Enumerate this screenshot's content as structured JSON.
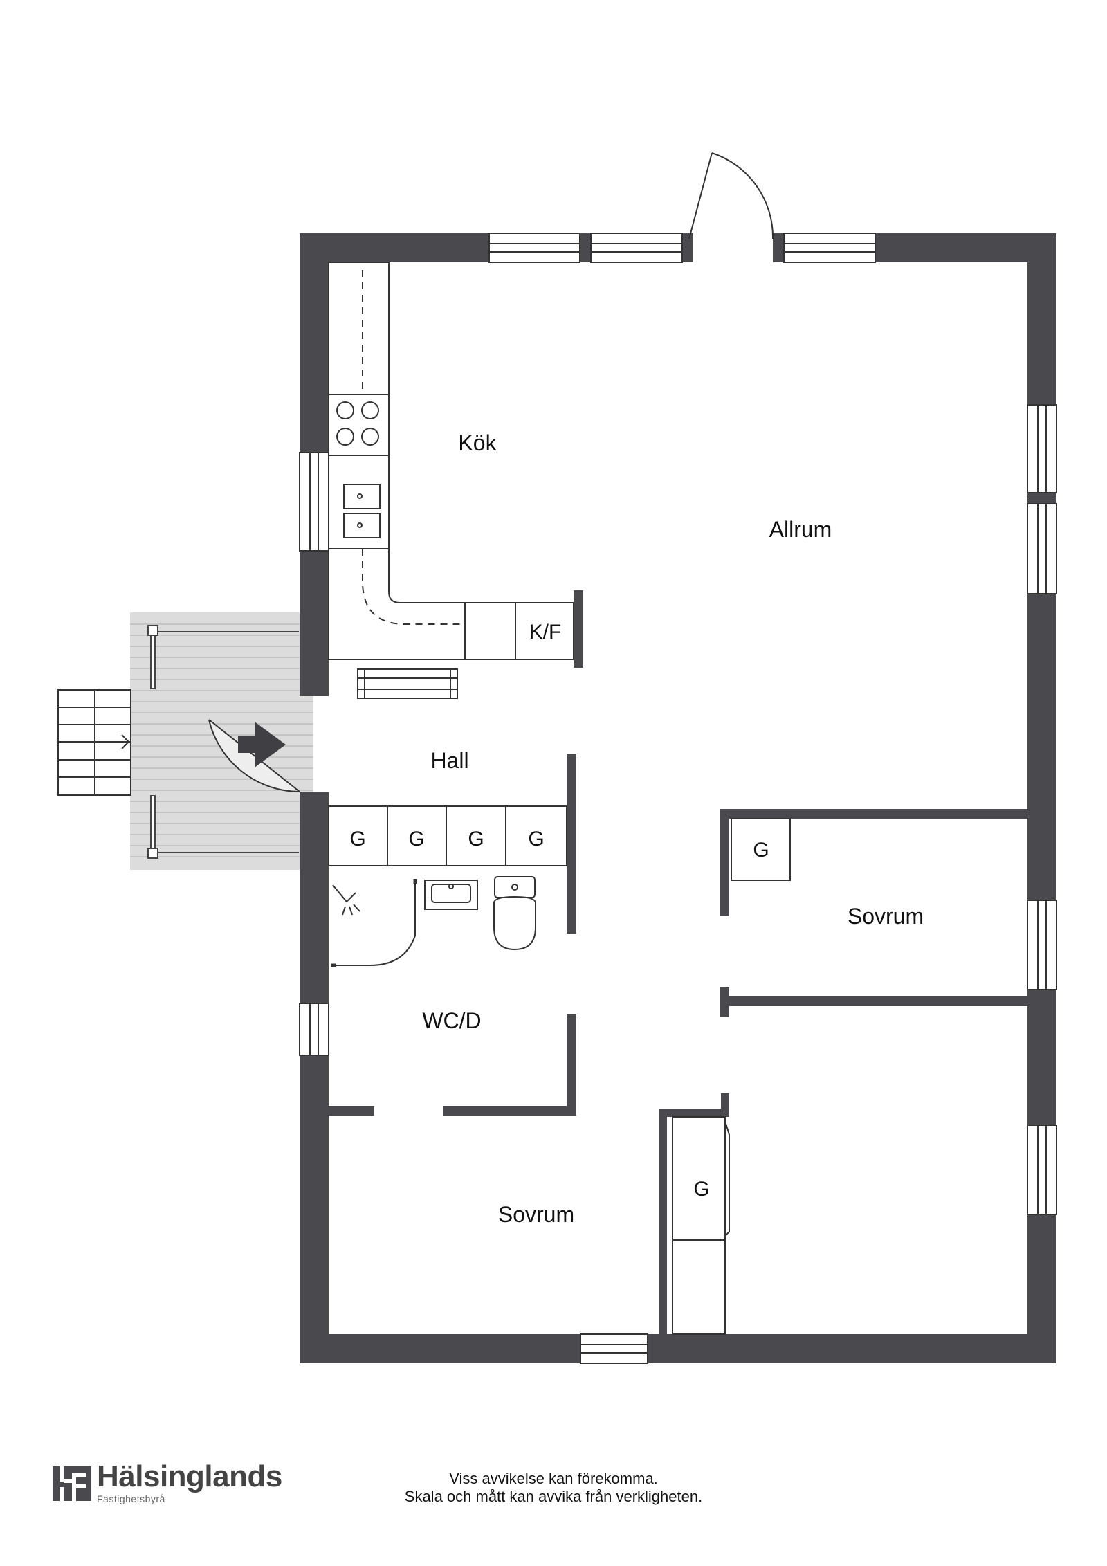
{
  "rooms": {
    "kitchen": "Kök",
    "living": "Allrum",
    "hall": "Hall",
    "wc": "WC/D",
    "bedroom_right": "Sovrum",
    "bedroom_bottom": "Sovrum"
  },
  "fixtures": {
    "fridge_freezer": "K/F",
    "wardrobe": "G"
  },
  "footer": {
    "brand_name": "Hälsinglands",
    "brand_sub": "Fastighetsbyrå",
    "disclaimer_line1": "Viss avvikelse kan förekomma.",
    "disclaimer_line2": "Skala och mått kan avvika från verkligheten."
  },
  "colors": {
    "wall": "#4a4a4e",
    "deck": "#dcdcdc",
    "line": "#333333"
  }
}
